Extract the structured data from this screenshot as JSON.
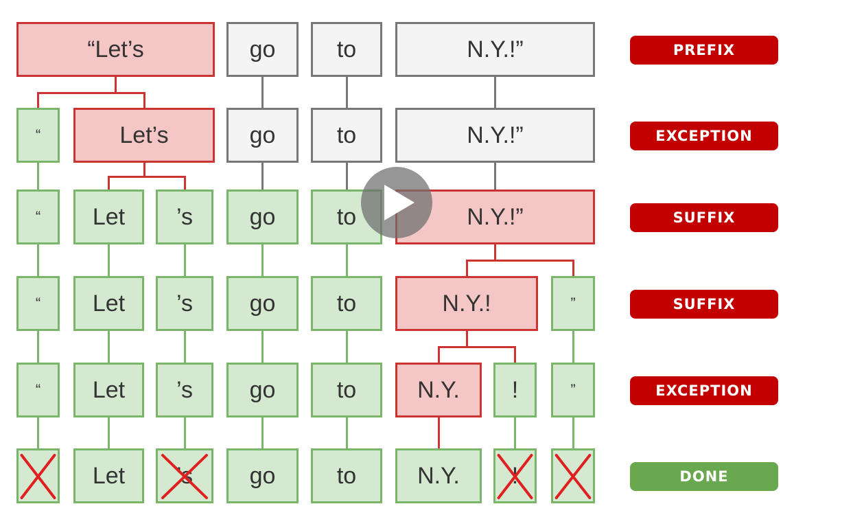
{
  "colors": {
    "red_fill": "#f5c6c6",
    "red_border": "#cc3333",
    "gray_fill": "#f4f4f4",
    "gray_border": "#777777",
    "green_fill": "#d4e9d0",
    "green_border": "#7ab66a",
    "badge_red": "#c20000",
    "badge_green": "#6aa84f"
  },
  "rows": [
    {
      "rule": "PREFIX",
      "rule_color": "red",
      "tokens": [
        {
          "text": "“Let’s",
          "state": "red"
        },
        {
          "text": "go",
          "state": "gray"
        },
        {
          "text": "to",
          "state": "gray"
        },
        {
          "text": "N.Y.!”",
          "state": "gray"
        }
      ]
    },
    {
      "rule": "EXCEPTION",
      "rule_color": "red",
      "tokens": [
        {
          "text": "“",
          "state": "green"
        },
        {
          "text": "Let’s",
          "state": "red"
        },
        {
          "text": "go",
          "state": "gray"
        },
        {
          "text": "to",
          "state": "gray"
        },
        {
          "text": "N.Y.!”",
          "state": "gray"
        }
      ]
    },
    {
      "rule": "SUFFIX",
      "rule_color": "red",
      "tokens": [
        {
          "text": "“",
          "state": "green"
        },
        {
          "text": "Let",
          "state": "green"
        },
        {
          "text": "’s",
          "state": "green"
        },
        {
          "text": "go",
          "state": "green"
        },
        {
          "text": "to",
          "state": "green"
        },
        {
          "text": "N.Y.!”",
          "state": "red"
        }
      ]
    },
    {
      "rule": "SUFFIX",
      "rule_color": "red",
      "tokens": [
        {
          "text": "“",
          "state": "green"
        },
        {
          "text": "Let",
          "state": "green"
        },
        {
          "text": "’s",
          "state": "green"
        },
        {
          "text": "go",
          "state": "green"
        },
        {
          "text": "to",
          "state": "green"
        },
        {
          "text": "N.Y.!",
          "state": "red"
        },
        {
          "text": "”",
          "state": "green"
        }
      ]
    },
    {
      "rule": "EXCEPTION",
      "rule_color": "red",
      "tokens": [
        {
          "text": "“",
          "state": "green"
        },
        {
          "text": "Let",
          "state": "green"
        },
        {
          "text": "’s",
          "state": "green"
        },
        {
          "text": "go",
          "state": "green"
        },
        {
          "text": "to",
          "state": "green"
        },
        {
          "text": "N.Y.",
          "state": "red"
        },
        {
          "text": "!",
          "state": "green"
        },
        {
          "text": "”",
          "state": "green"
        }
      ]
    },
    {
      "rule": "DONE",
      "rule_color": "green",
      "tokens": [
        {
          "text": "",
          "state": "green",
          "crossed": true
        },
        {
          "text": "Let",
          "state": "green"
        },
        {
          "text": "’s",
          "state": "green",
          "crossed": true
        },
        {
          "text": "go",
          "state": "green"
        },
        {
          "text": "to",
          "state": "green"
        },
        {
          "text": "N.Y.",
          "state": "green"
        },
        {
          "text": "!",
          "state": "green",
          "crossed": true
        },
        {
          "text": "",
          "state": "green",
          "crossed": true
        }
      ]
    }
  ],
  "icons": {
    "play": "play-icon",
    "cross": "cross-icon"
  }
}
